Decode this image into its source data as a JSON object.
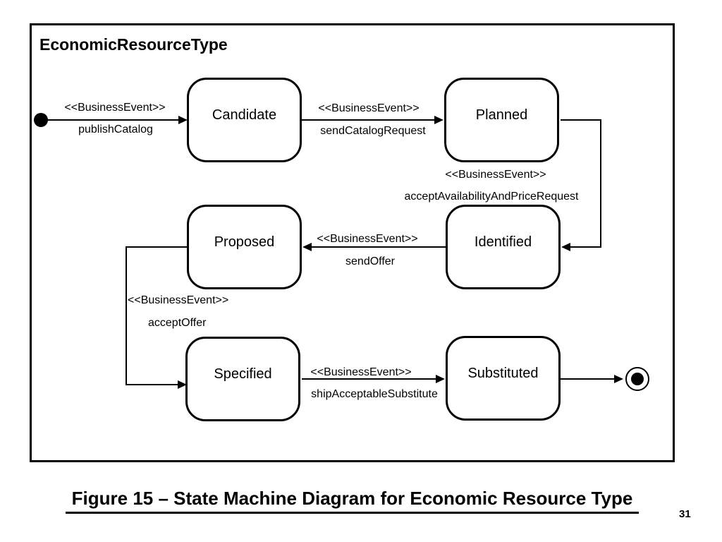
{
  "diagram": {
    "title": "EconomicResourceType",
    "states": [
      {
        "id": "candidate",
        "label": "Candidate"
      },
      {
        "id": "planned",
        "label": "Planned"
      },
      {
        "id": "proposed",
        "label": "Proposed"
      },
      {
        "id": "identified",
        "label": "Identified"
      },
      {
        "id": "specified",
        "label": "Specified"
      },
      {
        "id": "substituted",
        "label": "Substituted"
      }
    ],
    "transitions": [
      {
        "from": "initial",
        "to": "Candidate",
        "stereotype": "<<BusinessEvent>>",
        "event": "publishCatalog"
      },
      {
        "from": "Candidate",
        "to": "Planned",
        "stereotype": "<<BusinessEvent>>",
        "event": "sendCatalogRequest"
      },
      {
        "from": "Planned",
        "to": "Identified",
        "stereotype": "<<BusinessEvent>>",
        "event": "acceptAvailabilityAndPriceRequest"
      },
      {
        "from": "Identified",
        "to": "Proposed",
        "stereotype": "<<BusinessEvent>>",
        "event": "sendOffer"
      },
      {
        "from": "Proposed",
        "to": "Specified",
        "stereotype": "<<BusinessEvent>>",
        "event": "acceptOffer"
      },
      {
        "from": "Specified",
        "to": "Substituted",
        "stereotype": "<<BusinessEvent>>",
        "event": "shipAcceptableSubstitute"
      },
      {
        "from": "Substituted",
        "to": "final",
        "stereotype": "",
        "event": ""
      }
    ],
    "colors": {
      "ink": "#000000",
      "background": "#ffffff"
    }
  },
  "caption": {
    "text": "Figure 15 – State Machine Diagram for Economic Resource Type"
  },
  "page_number": "31"
}
